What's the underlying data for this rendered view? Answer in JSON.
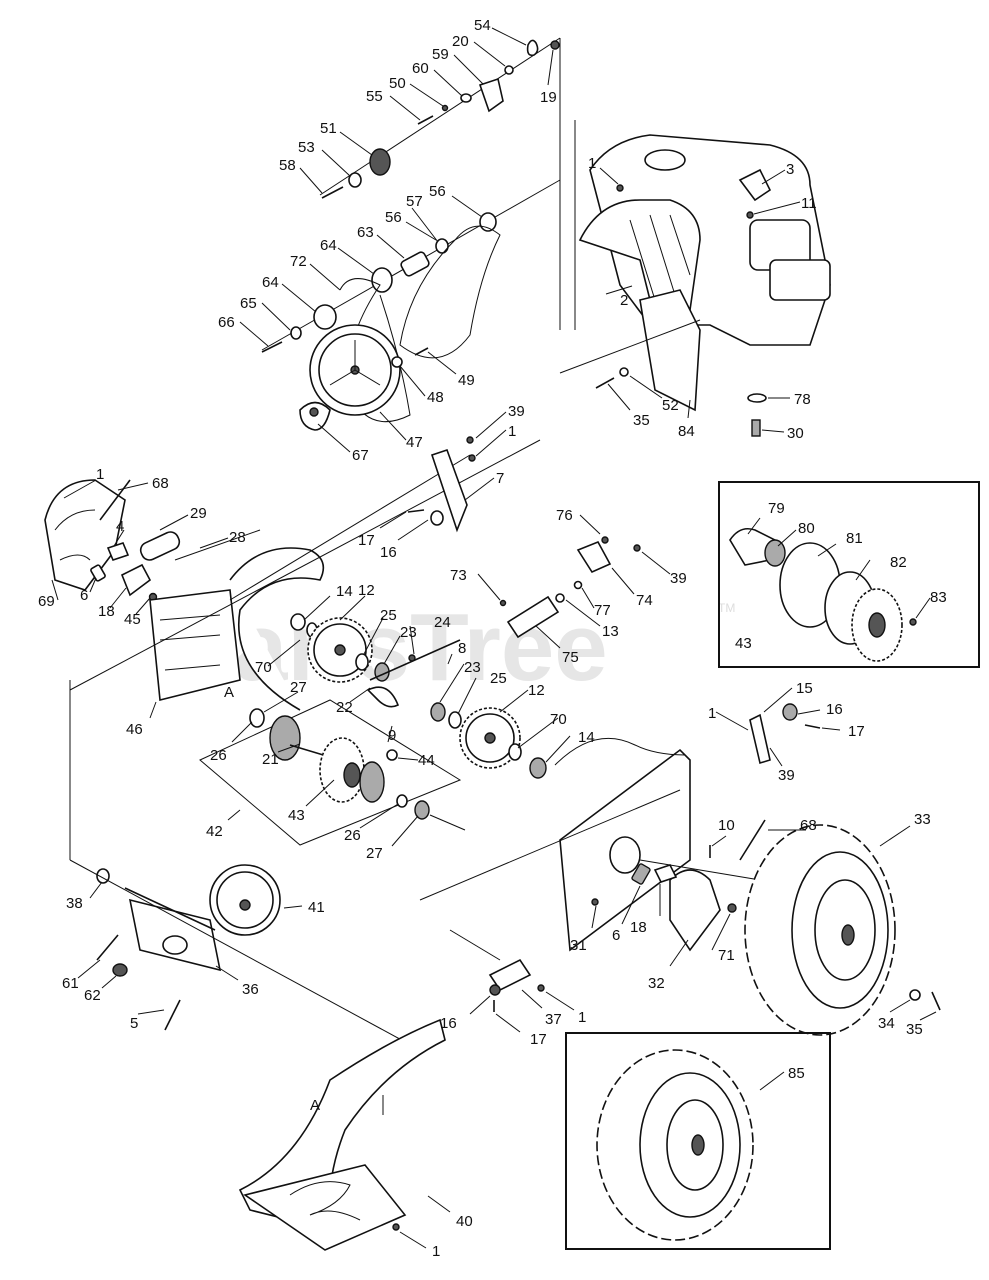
{
  "watermark": {
    "text": "PartsTree",
    "tm": "TM"
  },
  "labels": [
    {
      "id": "l54",
      "text": "54"
    },
    {
      "id": "l20",
      "text": "20"
    },
    {
      "id": "l59",
      "text": "59"
    },
    {
      "id": "l60",
      "text": "60"
    },
    {
      "id": "l50",
      "text": "50"
    },
    {
      "id": "l55",
      "text": "55"
    },
    {
      "id": "l19",
      "text": "19"
    },
    {
      "id": "l51",
      "text": "51"
    },
    {
      "id": "l53",
      "text": "53"
    },
    {
      "id": "l58",
      "text": "58"
    },
    {
      "id": "l56a",
      "text": "56"
    },
    {
      "id": "l57",
      "text": "57"
    },
    {
      "id": "l56b",
      "text": "56"
    },
    {
      "id": "l63",
      "text": "63"
    },
    {
      "id": "l64a",
      "text": "64"
    },
    {
      "id": "l72",
      "text": "72"
    },
    {
      "id": "l64b",
      "text": "64"
    },
    {
      "id": "l65",
      "text": "65"
    },
    {
      "id": "l66",
      "text": "66"
    },
    {
      "id": "l48",
      "text": "48"
    },
    {
      "id": "l49",
      "text": "49"
    },
    {
      "id": "l47",
      "text": "47"
    },
    {
      "id": "l67",
      "text": "67"
    },
    {
      "id": "l1a",
      "text": "1"
    },
    {
      "id": "l3",
      "text": "3"
    },
    {
      "id": "l11",
      "text": "11"
    },
    {
      "id": "l2",
      "text": "2"
    },
    {
      "id": "l52",
      "text": "52"
    },
    {
      "id": "l35a",
      "text": "35"
    },
    {
      "id": "l84",
      "text": "84"
    },
    {
      "id": "l78",
      "text": "78"
    },
    {
      "id": "l30",
      "text": "30"
    },
    {
      "id": "l39a",
      "text": "39"
    },
    {
      "id": "l1b",
      "text": "1"
    },
    {
      "id": "l7",
      "text": "7"
    },
    {
      "id": "l1c",
      "text": "1"
    },
    {
      "id": "l68a",
      "text": "68"
    },
    {
      "id": "l29",
      "text": "29"
    },
    {
      "id": "l4",
      "text": "4"
    },
    {
      "id": "l28",
      "text": "28"
    },
    {
      "id": "l17a",
      "text": "17"
    },
    {
      "id": "l16a",
      "text": "16"
    },
    {
      "id": "l76",
      "text": "76"
    },
    {
      "id": "l39b",
      "text": "39"
    },
    {
      "id": "l73",
      "text": "73"
    },
    {
      "id": "l74",
      "text": "74"
    },
    {
      "id": "l77",
      "text": "77"
    },
    {
      "id": "l13",
      "text": "13"
    },
    {
      "id": "l75",
      "text": "75"
    },
    {
      "id": "l69",
      "text": "69"
    },
    {
      "id": "l6a",
      "text": "6"
    },
    {
      "id": "l18a",
      "text": "18"
    },
    {
      "id": "l45",
      "text": "45"
    },
    {
      "id": "l14a",
      "text": "14"
    },
    {
      "id": "l12a",
      "text": "12"
    },
    {
      "id": "l25a",
      "text": "25"
    },
    {
      "id": "l24",
      "text": "24"
    },
    {
      "id": "l23a",
      "text": "23"
    },
    {
      "id": "l8",
      "text": "8"
    },
    {
      "id": "l70a",
      "text": "70"
    },
    {
      "id": "lA1",
      "text": "A"
    },
    {
      "id": "l46",
      "text": "46"
    },
    {
      "id": "l27a",
      "text": "27"
    },
    {
      "id": "l22",
      "text": "22"
    },
    {
      "id": "l23b",
      "text": "23"
    },
    {
      "id": "l25b",
      "text": "25"
    },
    {
      "id": "l12b",
      "text": "12"
    },
    {
      "id": "l26a",
      "text": "26"
    },
    {
      "id": "l9",
      "text": "9"
    },
    {
      "id": "l44",
      "text": "44"
    },
    {
      "id": "l21",
      "text": "21"
    },
    {
      "id": "l70b",
      "text": "70"
    },
    {
      "id": "l14b",
      "text": "14"
    },
    {
      "id": "l43a",
      "text": "43"
    },
    {
      "id": "l42",
      "text": "42"
    },
    {
      "id": "l26b",
      "text": "26"
    },
    {
      "id": "l27b",
      "text": "27"
    },
    {
      "id": "l15",
      "text": "15"
    },
    {
      "id": "l1d",
      "text": "1"
    },
    {
      "id": "l16b",
      "text": "16"
    },
    {
      "id": "l17b",
      "text": "17"
    },
    {
      "id": "l39c",
      "text": "39"
    },
    {
      "id": "l79",
      "text": "79"
    },
    {
      "id": "l80",
      "text": "80"
    },
    {
      "id": "l81",
      "text": "81"
    },
    {
      "id": "l82",
      "text": "82"
    },
    {
      "id": "l83",
      "text": "83"
    },
    {
      "id": "l43b",
      "text": "43"
    },
    {
      "id": "l68b",
      "text": "68"
    },
    {
      "id": "l10",
      "text": "10"
    },
    {
      "id": "l33",
      "text": "33"
    },
    {
      "id": "l38",
      "text": "38"
    },
    {
      "id": "l41",
      "text": "41"
    },
    {
      "id": "l61",
      "text": "61"
    },
    {
      "id": "l62",
      "text": "62"
    },
    {
      "id": "l36",
      "text": "36"
    },
    {
      "id": "l5",
      "text": "5"
    },
    {
      "id": "l31",
      "text": "31"
    },
    {
      "id": "l6b",
      "text": "6"
    },
    {
      "id": "l18b",
      "text": "18"
    },
    {
      "id": "l71",
      "text": "71"
    },
    {
      "id": "l32",
      "text": "32"
    },
    {
      "id": "l16c",
      "text": "16"
    },
    {
      "id": "l37",
      "text": "37"
    },
    {
      "id": "l1e",
      "text": "1"
    },
    {
      "id": "l17c",
      "text": "17"
    },
    {
      "id": "l34",
      "text": "34"
    },
    {
      "id": "l35b",
      "text": "35"
    },
    {
      "id": "l85",
      "text": "85"
    },
    {
      "id": "lA2",
      "text": "A"
    },
    {
      "id": "l40",
      "text": "40"
    },
    {
      "id": "l1f",
      "text": "1"
    }
  ]
}
